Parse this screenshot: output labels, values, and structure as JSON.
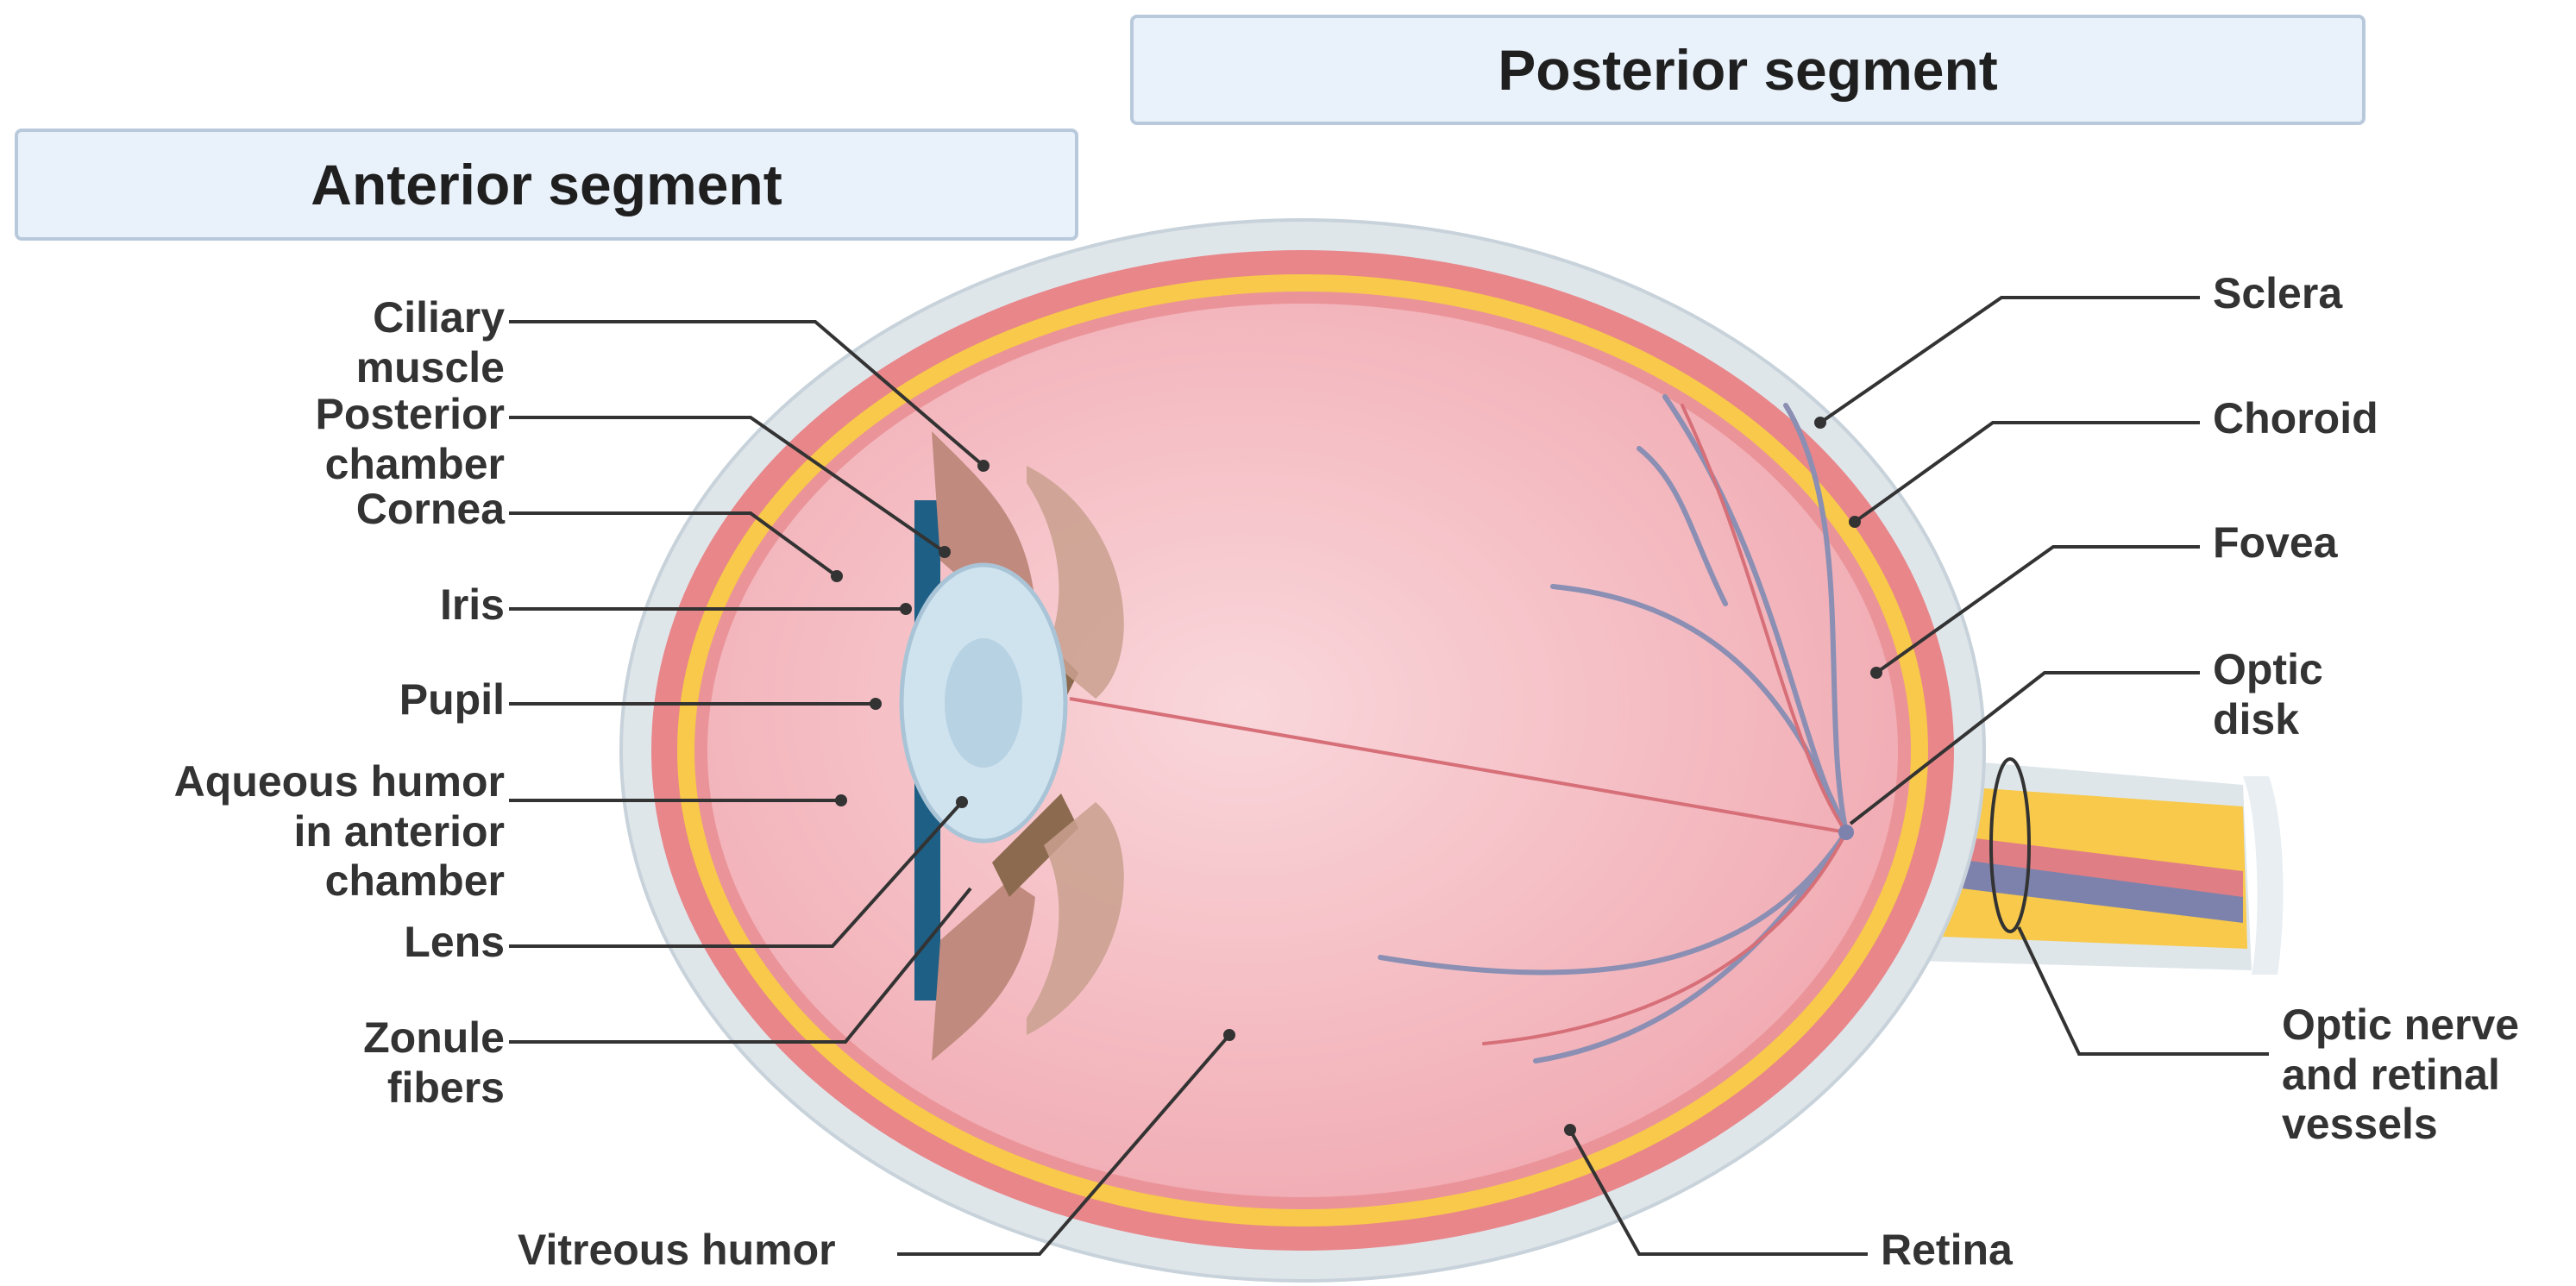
{
  "segments": {
    "anterior": "Anterior segment",
    "posterior": "Posterior segment"
  },
  "labels": {
    "ciliary_muscle": [
      "Ciliary",
      "muscle"
    ],
    "posterior_chamber": [
      "Posterior",
      "chamber"
    ],
    "cornea": [
      "Cornea"
    ],
    "iris": [
      "Iris"
    ],
    "pupil": [
      "Pupil"
    ],
    "aqueous_humor": [
      "Aqueous humor",
      "in anterior",
      "chamber"
    ],
    "lens": [
      "Lens"
    ],
    "zonule_fibers": [
      "Zonule",
      "fibers"
    ],
    "vitreous_humor": [
      "Vitreous humor"
    ],
    "sclera": [
      "Sclera"
    ],
    "choroid": [
      "Choroid"
    ],
    "fovea": [
      "Fovea"
    ],
    "optic_disk": [
      "Optic",
      "disk"
    ],
    "optic_nerve": [
      "Optic nerve",
      "and retinal",
      "vessels"
    ],
    "retina": [
      "Retina"
    ]
  },
  "colors": {
    "sclera": "#dfe6ea",
    "choroid": "#e8868a",
    "retina": "#f8c94a",
    "vitreous": "#f4b7bd",
    "cornea": "#7fa0b3",
    "iris": "#1e5f85",
    "lens": "#cfe3ef",
    "ciliary": "#c08a7e",
    "vessel": "#8a8fb3",
    "leader": "#333333"
  }
}
